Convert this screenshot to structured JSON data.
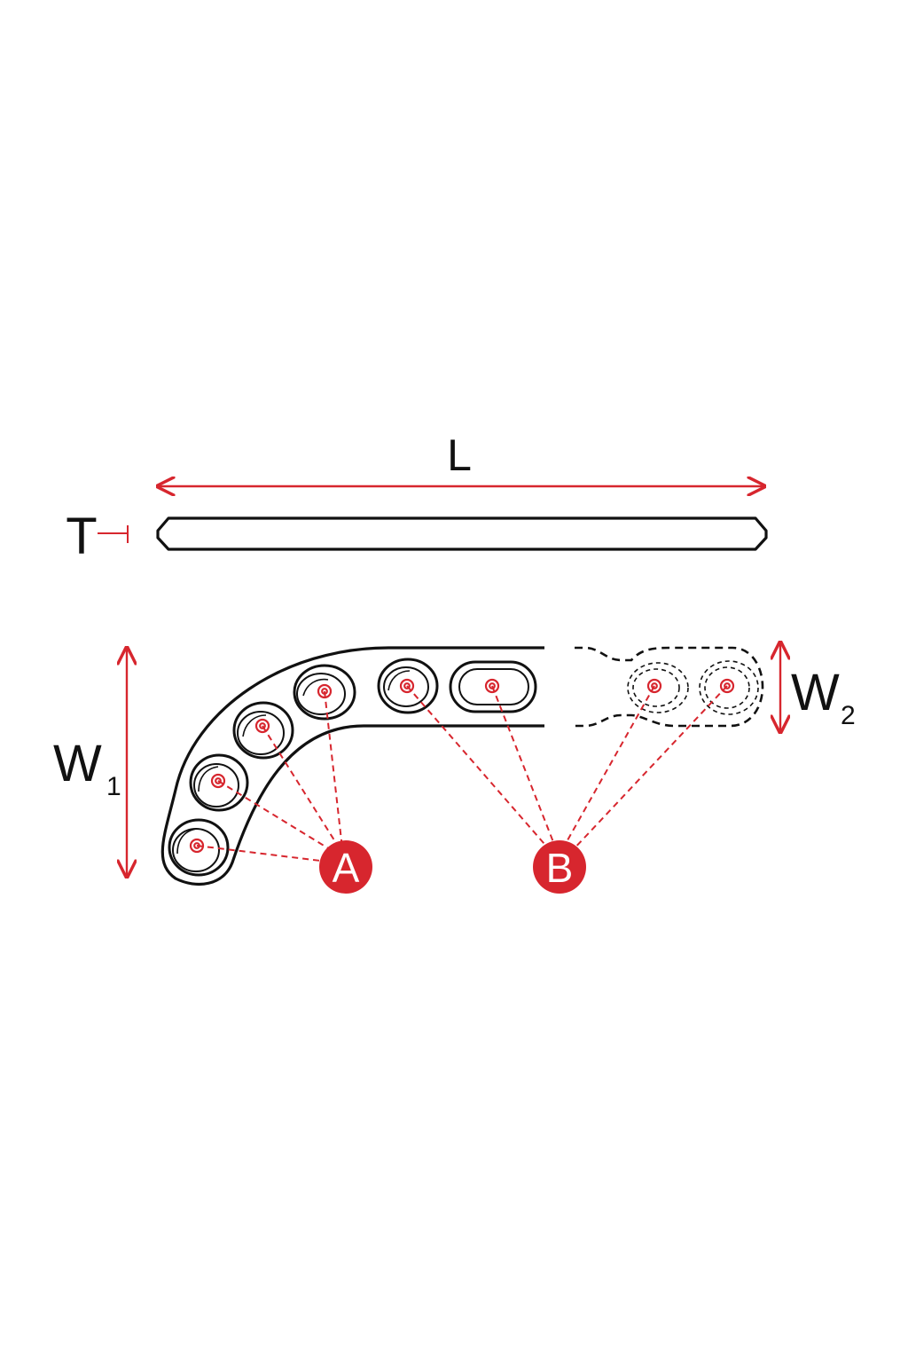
{
  "dimensions": {
    "length": "L",
    "thickness": "T",
    "width_1": {
      "letter": "W",
      "subscript": "1"
    },
    "width_2": {
      "letter": "W",
      "subscript": "2"
    }
  },
  "callouts": {
    "a": "A",
    "b": "B"
  },
  "colors": {
    "accent": "#d7262e",
    "outline": "#111111",
    "background": "#ffffff"
  }
}
